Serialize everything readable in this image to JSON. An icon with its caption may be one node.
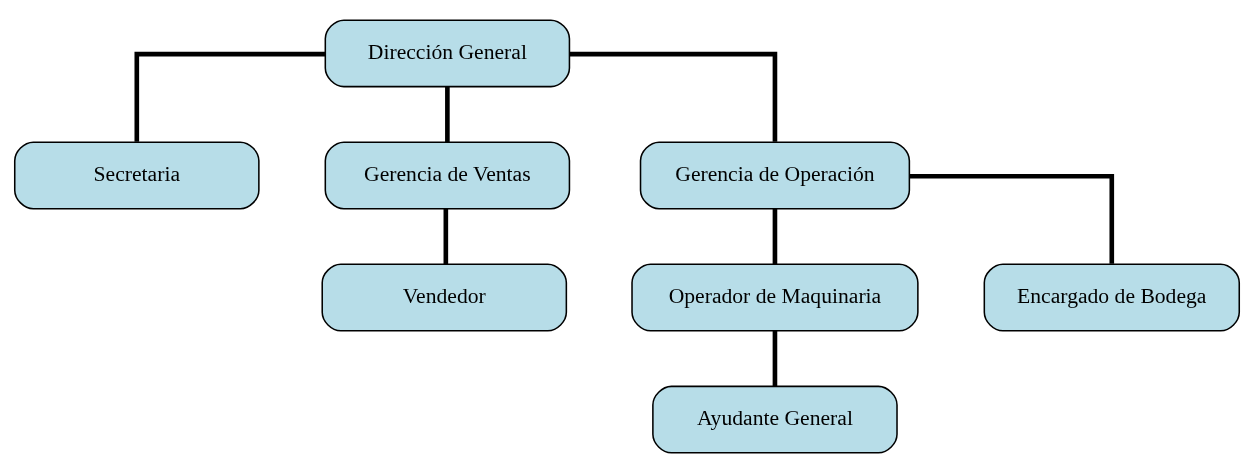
{
  "diagram": {
    "nodes": [
      {
        "text": [
          "Dirección General"
        ]
      },
      {
        "text": [
          "Secretaria"
        ]
      },
      {
        "text": [
          "Gerencia de Ventas"
        ]
      },
      {
        "text": [
          "Gerencia de Operación"
        ]
      },
      {
        "text": [
          "Vendedor"
        ]
      },
      {
        "text": [
          "Operador de Maquinaria"
        ]
      },
      {
        "text": [
          "Encargado de Bodega"
        ]
      },
      {
        "text": [
          "Ayudante General"
        ]
      }
    ],
    "edges": [
      {
        "from": 0,
        "to": 1,
        "arrow": "none"
      },
      {
        "from": 0,
        "to": 2,
        "arrow": "none"
      },
      {
        "from": 0,
        "to": 3,
        "arrow": "none"
      },
      {
        "from": 2,
        "to": 4,
        "arrow": "none"
      },
      {
        "from": 3,
        "to": 5,
        "arrow": "none"
      },
      {
        "from": 3,
        "to": 6,
        "arrow": "none"
      },
      {
        "from": 5,
        "to": 7,
        "arrow": "none"
      }
    ]
  }
}
